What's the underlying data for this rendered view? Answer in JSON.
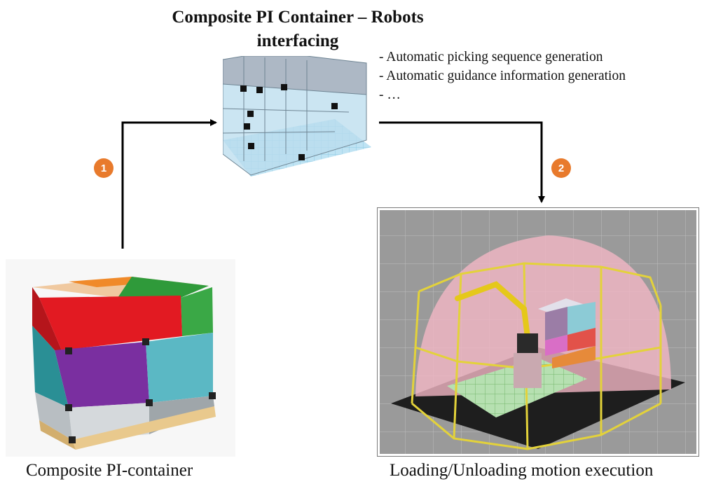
{
  "title": "Composite PI Container – Robots interfacing",
  "bullets": [
    "- Automatic picking sequence generation",
    "- Automatic guidance information generation",
    "- …"
  ],
  "steps": [
    "1",
    "2"
  ],
  "captions": {
    "left": "Composite PI-container",
    "right": "Loading/Unloading motion execution"
  },
  "colors": {
    "step_badge": "#e87a2c",
    "arrow": "#000000",
    "grid_floor": "#b9dff0",
    "dome": "#f2b6c4",
    "fence": "#e3d23a"
  }
}
